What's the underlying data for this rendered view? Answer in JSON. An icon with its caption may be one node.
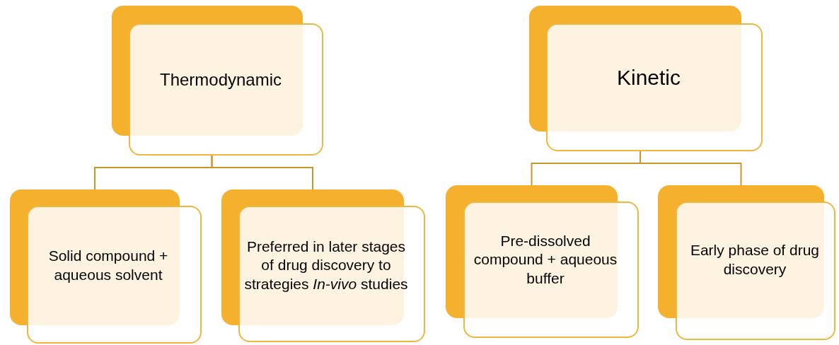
{
  "diagram": {
    "nodes": [
      {
        "text": [
          "Thermodynamic"
        ]
      },
      {
        "text": [
          "Kinetic"
        ]
      },
      {
        "text": [
          "Solid compound + aqueous solvent"
        ]
      },
      {
        "text": [
          "Preferred in later stages of drug discovery to strategies *In-vivo* studies"
        ]
      },
      {
        "text": [
          "Pre-dissolved compound + aqueous buffer"
        ]
      },
      {
        "text": [
          "Early phase of drug discovery"
        ]
      }
    ],
    "edges": [
      {
        "from": 0,
        "to": 2,
        "arrow": "none"
      },
      {
        "from": 0,
        "to": 3,
        "arrow": "none"
      },
      {
        "from": 1,
        "to": 4,
        "arrow": "none"
      },
      {
        "from": 1,
        "to": 5,
        "arrow": "none"
      }
    ]
  }
}
